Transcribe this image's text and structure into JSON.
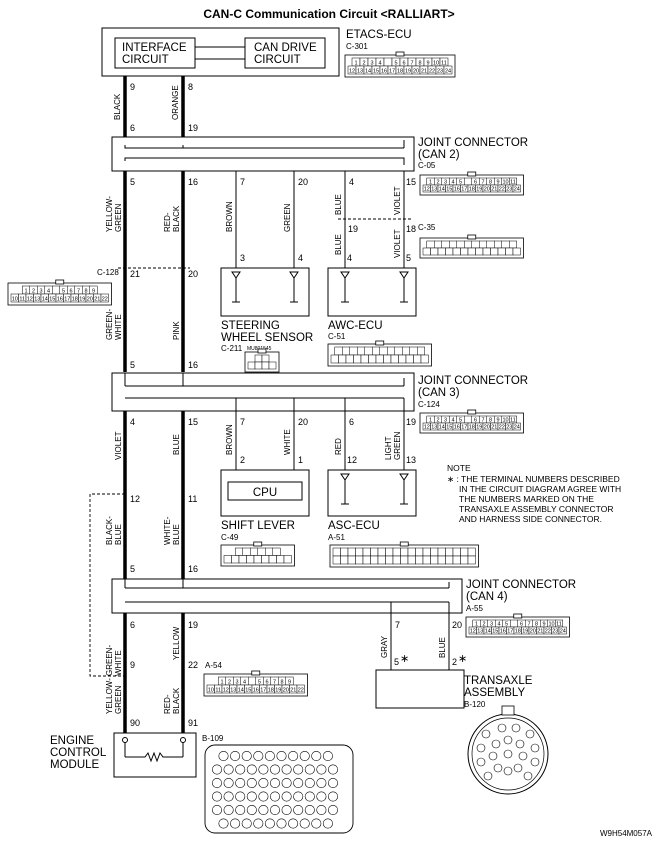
{
  "title": "CAN-C Communication Circuit <RALLIART>",
  "footer_code": "W9H54M057A",
  "etacs": {
    "name": "ETACS-ECU",
    "connector": "C-301",
    "interface_line1": "INTERFACE",
    "interface_line2": "CIRCUIT",
    "candrive_line1": "CAN DRIVE",
    "candrive_line2": "CIRCUIT",
    "conn_row1": [
      "1",
      "2",
      "3",
      "4",
      "",
      "5",
      "6",
      "7",
      "8",
      "9",
      "10",
      "11"
    ],
    "conn_row2": [
      "12",
      "13",
      "14",
      "15",
      "16",
      "17",
      "18",
      "19",
      "20",
      "21",
      "22",
      "23",
      "24"
    ]
  },
  "jc2": {
    "line1": "JOINT CONNECTOR",
    "line2": "(CAN 2)",
    "connector": "C-05",
    "row1": [
      "1",
      "2",
      "3",
      "4",
      "5",
      "",
      "6",
      "7",
      "8",
      "9",
      "10",
      "11"
    ],
    "row2": [
      "12",
      "13",
      "14",
      "15",
      "16",
      "17",
      "18",
      "19",
      "20",
      "21",
      "22",
      "23",
      "24"
    ]
  },
  "c35": {
    "connector": "C-35"
  },
  "c128": {
    "connector": "C-128",
    "row1": [
      "1",
      "2",
      "3",
      "4",
      "",
      "5",
      "6",
      "7",
      "8",
      "9"
    ],
    "row2": [
      "10",
      "11",
      "12",
      "13",
      "14",
      "15",
      "16",
      "17",
      "18",
      "19",
      "20",
      "21",
      "22"
    ]
  },
  "sws": {
    "line1": "STEERING",
    "line2": "WHEEL SENSOR",
    "connector": "C-211",
    "sub": "MU801545"
  },
  "awc": {
    "name": "AWC-ECU",
    "connector": "C-51"
  },
  "jc3": {
    "line1": "JOINT CONNECTOR",
    "line2": "(CAN 3)",
    "connector": "C-124"
  },
  "shift": {
    "name": "SHIFT LEVER",
    "cpu": "CPU",
    "connector": "C-49"
  },
  "asc": {
    "name": "ASC-ECU",
    "connector": "A-51"
  },
  "note": {
    "heading": "NOTE",
    "line1": "∗ : THE TERMINAL NUMBERS DESCRIBED",
    "line2": "IN THE CIRCUIT DIAGRAM AGREE WITH",
    "line3": "THE NUMBERS MARKED ON THE",
    "line4": "TRANSAXLE ASSEMBLY CONNECTOR",
    "line5": "AND HARNESS SIDE CONNECTOR."
  },
  "jc4": {
    "line1": "JOINT CONNECTOR",
    "line2": "(CAN 4)",
    "connector": "A-55"
  },
  "a54": {
    "connector": "A-54"
  },
  "transaxle": {
    "line1": "TRANSAXLE",
    "line2": "ASSEMBLY",
    "connector": "B-120"
  },
  "ecm": {
    "line1": "ENGINE",
    "line2": "CONTROL",
    "line3": "MODULE",
    "connector": "B-109"
  },
  "wires": {
    "black": "BLACK",
    "orange": "ORANGE",
    "yellow_green": [
      "YELLOW-",
      "GREEN"
    ],
    "red_black": [
      "RED-",
      "BLACK"
    ],
    "brown": "BROWN",
    "green": "GREEN",
    "blue": "BLUE",
    "violet": "VIOLET",
    "green_white": [
      "GREEN-",
      "WHITE"
    ],
    "pink": "PINK",
    "white": "WHITE",
    "red": "RED",
    "light_green": [
      "LIGHT",
      "GREEN"
    ],
    "black_blue": [
      "BLACK-",
      "BLUE"
    ],
    "white_blue": [
      "WHITE-",
      "BLUE"
    ],
    "yellow": "YELLOW",
    "gray": "GRAY"
  },
  "pins": {
    "p9": "9",
    "p8": "8",
    "p6": "6",
    "p19": "19",
    "p5": "5",
    "p16": "16",
    "p7": "7",
    "p20": "20",
    "p4": "4",
    "p15": "15",
    "p18": "18",
    "p3": "3",
    "p21": "21",
    "p11": "11",
    "p12": "12",
    "p13": "13",
    "p1": "1",
    "p2": "2",
    "p22": "22",
    "p90": "90",
    "p91": "91",
    "star5": "5",
    "star2": "2",
    "star": "∗"
  }
}
